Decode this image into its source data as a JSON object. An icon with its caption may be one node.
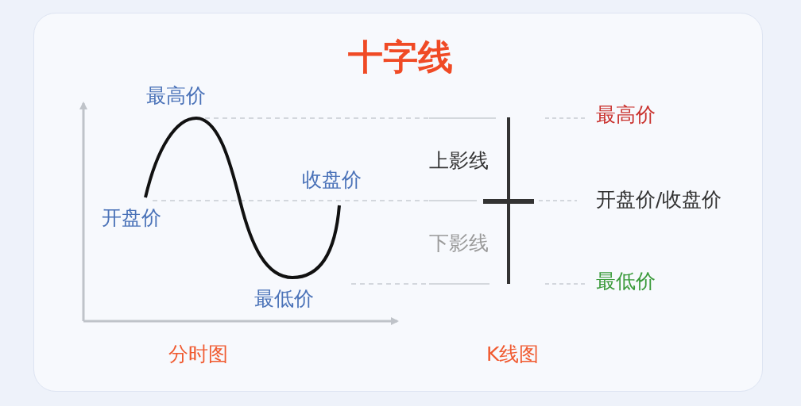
{
  "diagram": {
    "title": "十字线",
    "labels": [
      "最高价",
      "收盘价",
      "开盘价",
      "最低价",
      "上影线",
      "下影线",
      "最高价",
      "开盘价/收盘价",
      "最低价",
      "分时图",
      "K线图"
    ]
  }
}
